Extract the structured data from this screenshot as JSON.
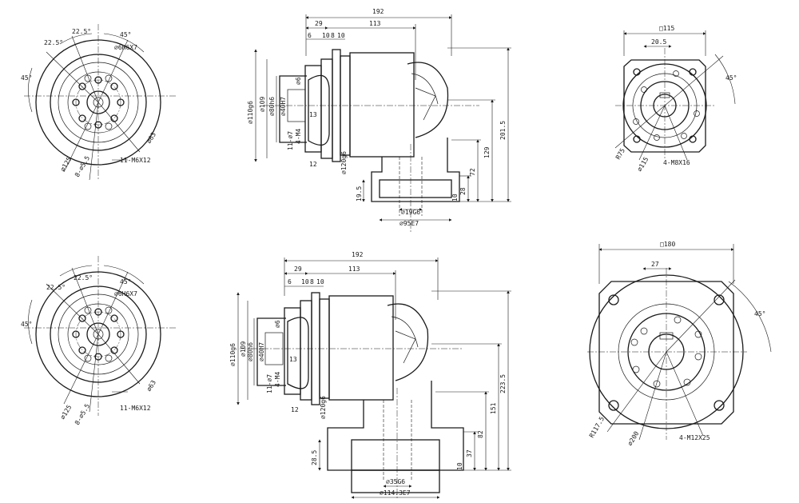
{
  "upper": {
    "front": {
      "a1": "22.5°",
      "a2": "22.5°",
      "a3": "45°",
      "a4": "45°",
      "bore": "⌀6H6X7",
      "outer": "⌀63",
      "pcd": "⌀125",
      "holes": "8-⌀5.5",
      "thread": "11-M6X12"
    },
    "side": {
      "d192": "192",
      "d113": "113",
      "d29": "29",
      "d6": "6",
      "d10a": "10",
      "d8": "8",
      "d10b": "10",
      "d110": "⌀110g6",
      "d109": "⌀109",
      "d80": "⌀80h6",
      "d40": "⌀40H7",
      "d6b": "⌀6",
      "d13": "13",
      "d11m4": "11-⌀7",
      "d4m4": "4-M4",
      "d12": "12",
      "d120": "⌀120g6",
      "d201": "201.5",
      "d129": "129",
      "d72": "72",
      "d28": "28",
      "d10c": "10",
      "d195": "19.5",
      "d19g6": "⌀19G6",
      "d95e7": "⌀95E7"
    },
    "flange": {
      "sq": "□115",
      "d205": "20.5",
      "a45": "45°",
      "r75": "R75",
      "d115": "⌀115",
      "thread": "4-M8X16"
    }
  },
  "lower": {
    "front": {
      "a1": "22.5°",
      "a2": "22.5°",
      "a3": "45°",
      "a4": "45°",
      "bore": "⌀6H6X7",
      "outer": "⌀63",
      "pcd": "⌀125",
      "holes": "8-⌀5.5",
      "thread": "11-M6X12"
    },
    "side": {
      "d192": "192",
      "d113": "113",
      "d29": "29",
      "d6": "6",
      "d10a": "10",
      "d8": "8",
      "d10b": "10",
      "d110": "⌀110g6",
      "d109": "⌀109",
      "d80": "⌀80h6",
      "d40": "⌀40H7",
      "d6b": "⌀6",
      "d13": "13",
      "d11m4": "11-⌀7",
      "d4m4": "4-M4",
      "d12": "12",
      "d120": "⌀120g6",
      "d223": "223.5",
      "d151": "151",
      "d82": "82",
      "d37": "37",
      "d10c": "10",
      "d285": "28.5",
      "d35g6": "⌀35G6",
      "d114e7": "⌀114.3E7"
    },
    "flange": {
      "sq": "□180",
      "d27": "27",
      "a45": "45°",
      "r117": "R117.5",
      "d200": "⌀200",
      "thread": "4-M12X25"
    }
  }
}
